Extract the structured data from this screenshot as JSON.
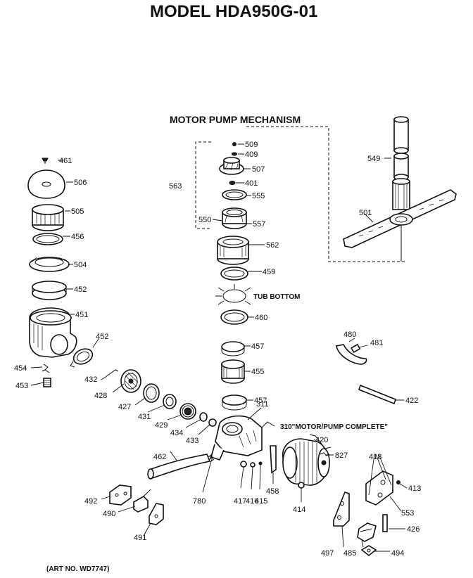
{
  "title": "MODEL HDA950G-01",
  "section_title": "MOTOR PUMP MECHANISM",
  "art_number": "(ART NO. WD7747)",
  "callouts": {
    "tub_bottom": "TUB BOTTOM",
    "motor_pump_complete": "310\"MOTOR/PUMP COMPLETE\""
  },
  "parts": {
    "p509": "509",
    "p409": "409",
    "p507": "507",
    "p401": "401",
    "p563": "563",
    "p555": "555",
    "p550": "550",
    "p557": "557",
    "p562": "562",
    "p459": "459",
    "p460": "460",
    "p457a": "457",
    "p455": "455",
    "p457b": "457",
    "p311": "311",
    "p420": "420",
    "p827": "827",
    "p549": "549",
    "p501": "501",
    "p461": "461",
    "p506": "506",
    "p505": "505",
    "p456": "456",
    "p504": "504",
    "p452a": "452",
    "p451": "451",
    "p452b": "452",
    "p454": "454",
    "p453": "453",
    "p432": "432",
    "p428": "428",
    "p427": "427",
    "p431": "431",
    "p429": "429",
    "p434": "434",
    "p433": "433",
    "p462": "462",
    "p780": "780",
    "p417": "417",
    "p416": "416",
    "p415": "415",
    "p458": "458",
    "p414": "414",
    "p480": "480",
    "p481": "481",
    "p422": "422",
    "p418": "418",
    "p413": "413",
    "p553": "553",
    "p426": "426",
    "p497": "497",
    "p485": "485",
    "p494": "494",
    "p492": "492",
    "p490": "490",
    "p491": "491"
  }
}
